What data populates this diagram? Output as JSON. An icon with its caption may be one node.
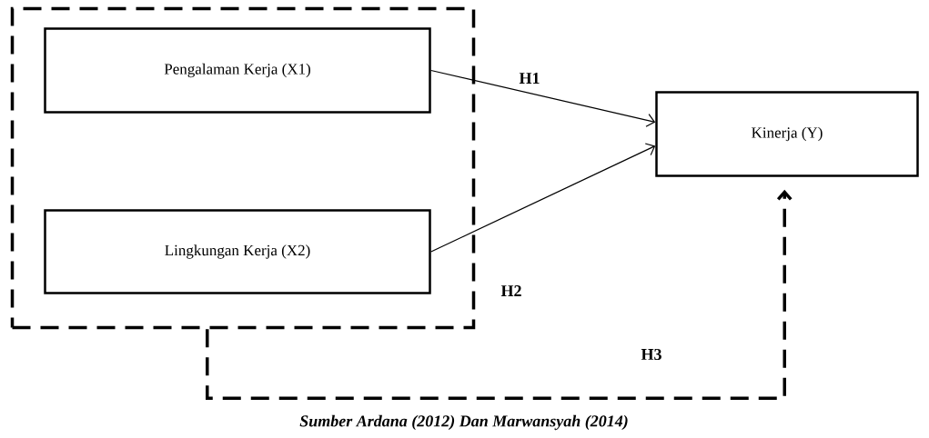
{
  "diagram": {
    "nodes": [
      {
        "text": [],
        "shape": "box"
      },
      {
        "text": [
          "Pengalaman Kerja (X1)"
        ],
        "in": 0
      },
      {
        "text": [
          "Lingkungan Kerja (X2)"
        ],
        "in": 0
      },
      {
        "text": [
          "Kinerja (Y)"
        ]
      }
    ],
    "edges": [
      {
        "from": 1,
        "to": 3,
        "arrow": "to",
        "label": "H1"
      },
      {
        "from": 2,
        "to": 3,
        "arrow": "to",
        "label": "H2"
      },
      {
        "from": 0,
        "to": 3,
        "arrow": "to",
        "label": "H3",
        "style": "dashed"
      }
    ],
    "caption": "Sumber Ardana (2012) Dan Marwansyah (2014)"
  }
}
